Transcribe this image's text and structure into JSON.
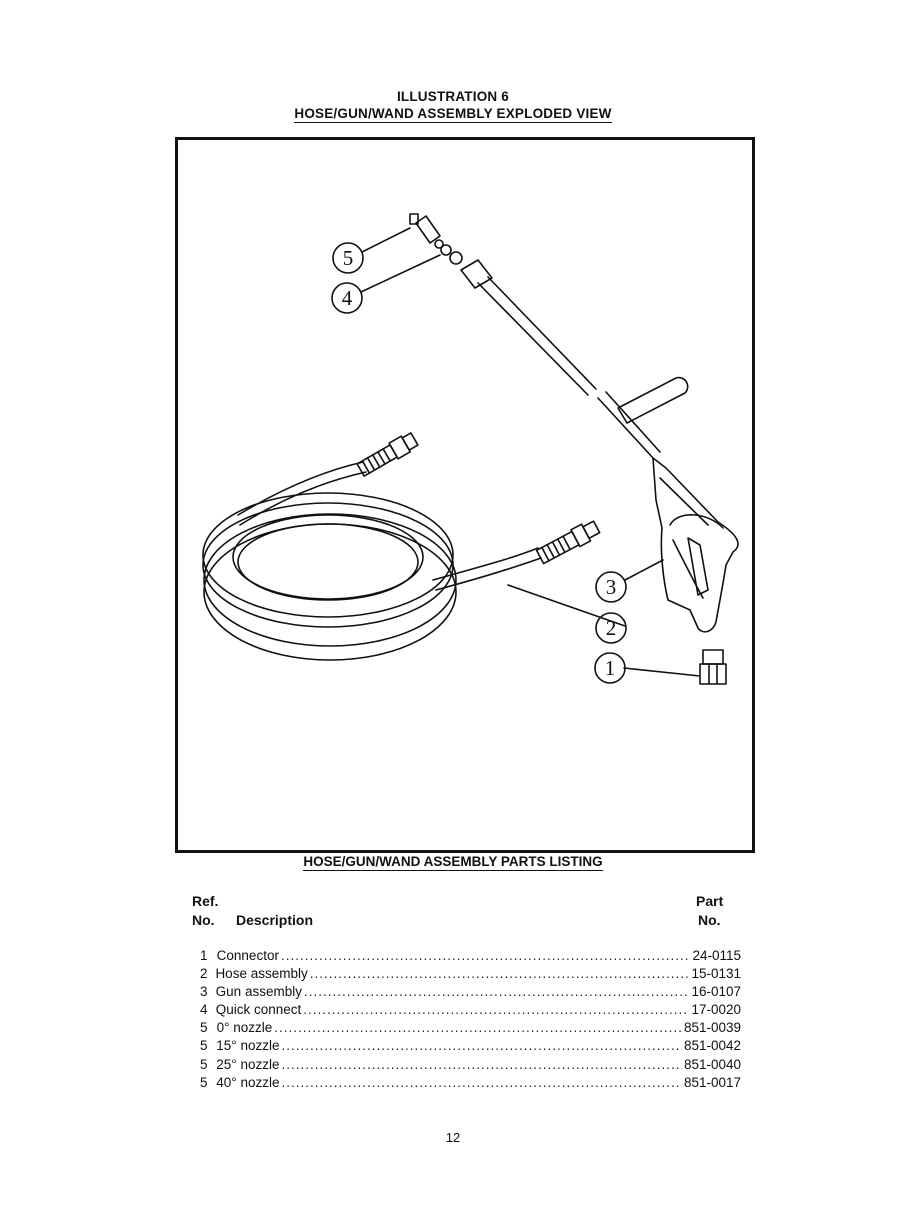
{
  "header": {
    "illustration": "ILLUSTRATION 6",
    "subtitle": "HOSE/GUN/WAND ASSEMBLY EXPLODED VIEW"
  },
  "diagram": {
    "callouts": [
      "1",
      "2",
      "3",
      "4",
      "5"
    ]
  },
  "parts_listing": {
    "title": "HOSE/GUN/WAND ASSEMBLY PARTS LISTING",
    "col_ref_line1": "Ref.",
    "col_ref_line2": "No.",
    "col_desc": "Description",
    "col_part_line1": "Part",
    "col_part_line2": "No.",
    "rows": [
      {
        "ref": "1",
        "description": "Connector",
        "part": "24-0115"
      },
      {
        "ref": "2",
        "description": "Hose assembly",
        "part": "15-0131"
      },
      {
        "ref": "3",
        "description": "Gun assembly",
        "part": "16-0107"
      },
      {
        "ref": "4",
        "description": "Quick connect",
        "part": "17-0020"
      },
      {
        "ref": "5",
        "description": "0° nozzle",
        "part": "851-0039"
      },
      {
        "ref": "5",
        "description": "15° nozzle",
        "part": "851-0042"
      },
      {
        "ref": "5",
        "description": "25° nozzle",
        "part": "851-0040"
      },
      {
        "ref": "5",
        "description": "40° nozzle",
        "part": "851-0017"
      }
    ]
  },
  "page_number": "12"
}
